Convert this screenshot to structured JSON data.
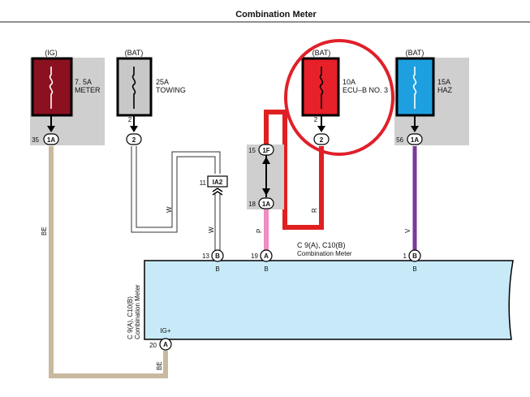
{
  "title": "Combination Meter",
  "colors": {
    "fuse_ig": "#8b1020",
    "fuse_bat": "#c8c8c8",
    "fuse_ecu": "#e8202a",
    "fuse_haz": "#1ea0e0",
    "panel": "#cfcfcf",
    "meter": "#c8eaf8",
    "wire_be": "#c9b9a0",
    "wire_p": "#f08cc0",
    "wire_r": "#e02020",
    "wire_v": "#7a3a9a",
    "highlight": "#e0202a"
  },
  "fuses": [
    {
      "source": "(IG)",
      "rating": "7. 5A",
      "name": "METER",
      "pin": "35",
      "conn": "1A"
    },
    {
      "source": "(BAT)",
      "rating": "25A",
      "name": "TOWING",
      "pin": "2",
      "conn": "2"
    },
    {
      "source": "(BAT)",
      "rating": "10A",
      "name": "ECU–B NO. 3",
      "pin": "2",
      "conn": "2"
    },
    {
      "source": "(BAT)",
      "rating": "15A",
      "name": "HAZ",
      "pin": "56",
      "conn": "1A"
    }
  ],
  "junction": {
    "top_pin": "15",
    "top_conn": "1F",
    "bottom_pin": "18",
    "bottom_conn": "1A"
  },
  "ia2": {
    "pin": "11",
    "conn": "IA2"
  },
  "wires": {
    "be1": "BE",
    "w1": "W",
    "w2": "W",
    "p": "P",
    "r": "R",
    "v": "V",
    "be2": "BE"
  },
  "meter": {
    "connector_label": "C 9(A), C10(B)",
    "name": "Combination Meter",
    "side_connector_label": "C 9(A), C10(B)",
    "side_name": "Combination Meter",
    "pins": [
      {
        "pin": "13",
        "conn": "B",
        "below": "B"
      },
      {
        "pin": "19",
        "conn": "A",
        "below": "B"
      },
      {
        "pin": "1",
        "conn": "B",
        "below": "B"
      }
    ],
    "ig_label": "IG+",
    "ig_pin": "20",
    "ig_conn": "A"
  }
}
